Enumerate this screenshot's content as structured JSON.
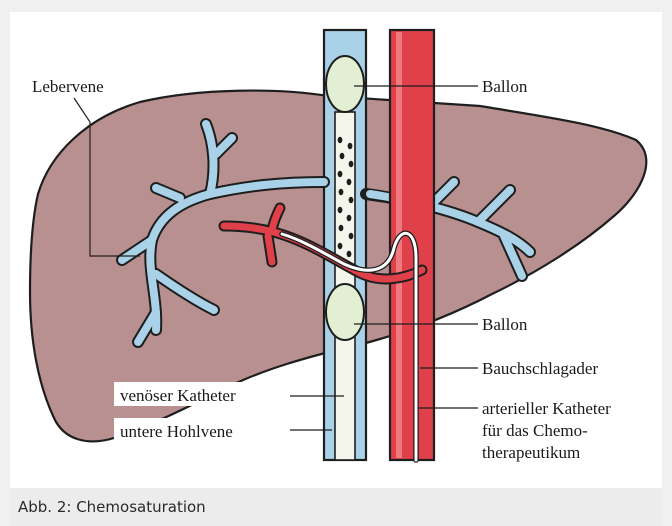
{
  "labels": {
    "lebervene": "Lebervene",
    "ballon_top": "Ballon",
    "ballon_bottom": "Ballon",
    "bauchschlagader": "Bauchschlagader",
    "venoeser_katheter": "venöser Katheter",
    "untere_hohlvene": "untere Hohlvene",
    "arterieller_katheter_1": "arterieller Katheter",
    "arterieller_katheter_2": "für das Chemo-",
    "arterieller_katheter_3": "therapeutikum"
  },
  "caption": "Abb. 2: Chemosaturation",
  "colors": {
    "liver": "#b89090",
    "vein": "#a9d2e8",
    "artery": "#e0404a",
    "balloon": "#e3efd2"
  }
}
